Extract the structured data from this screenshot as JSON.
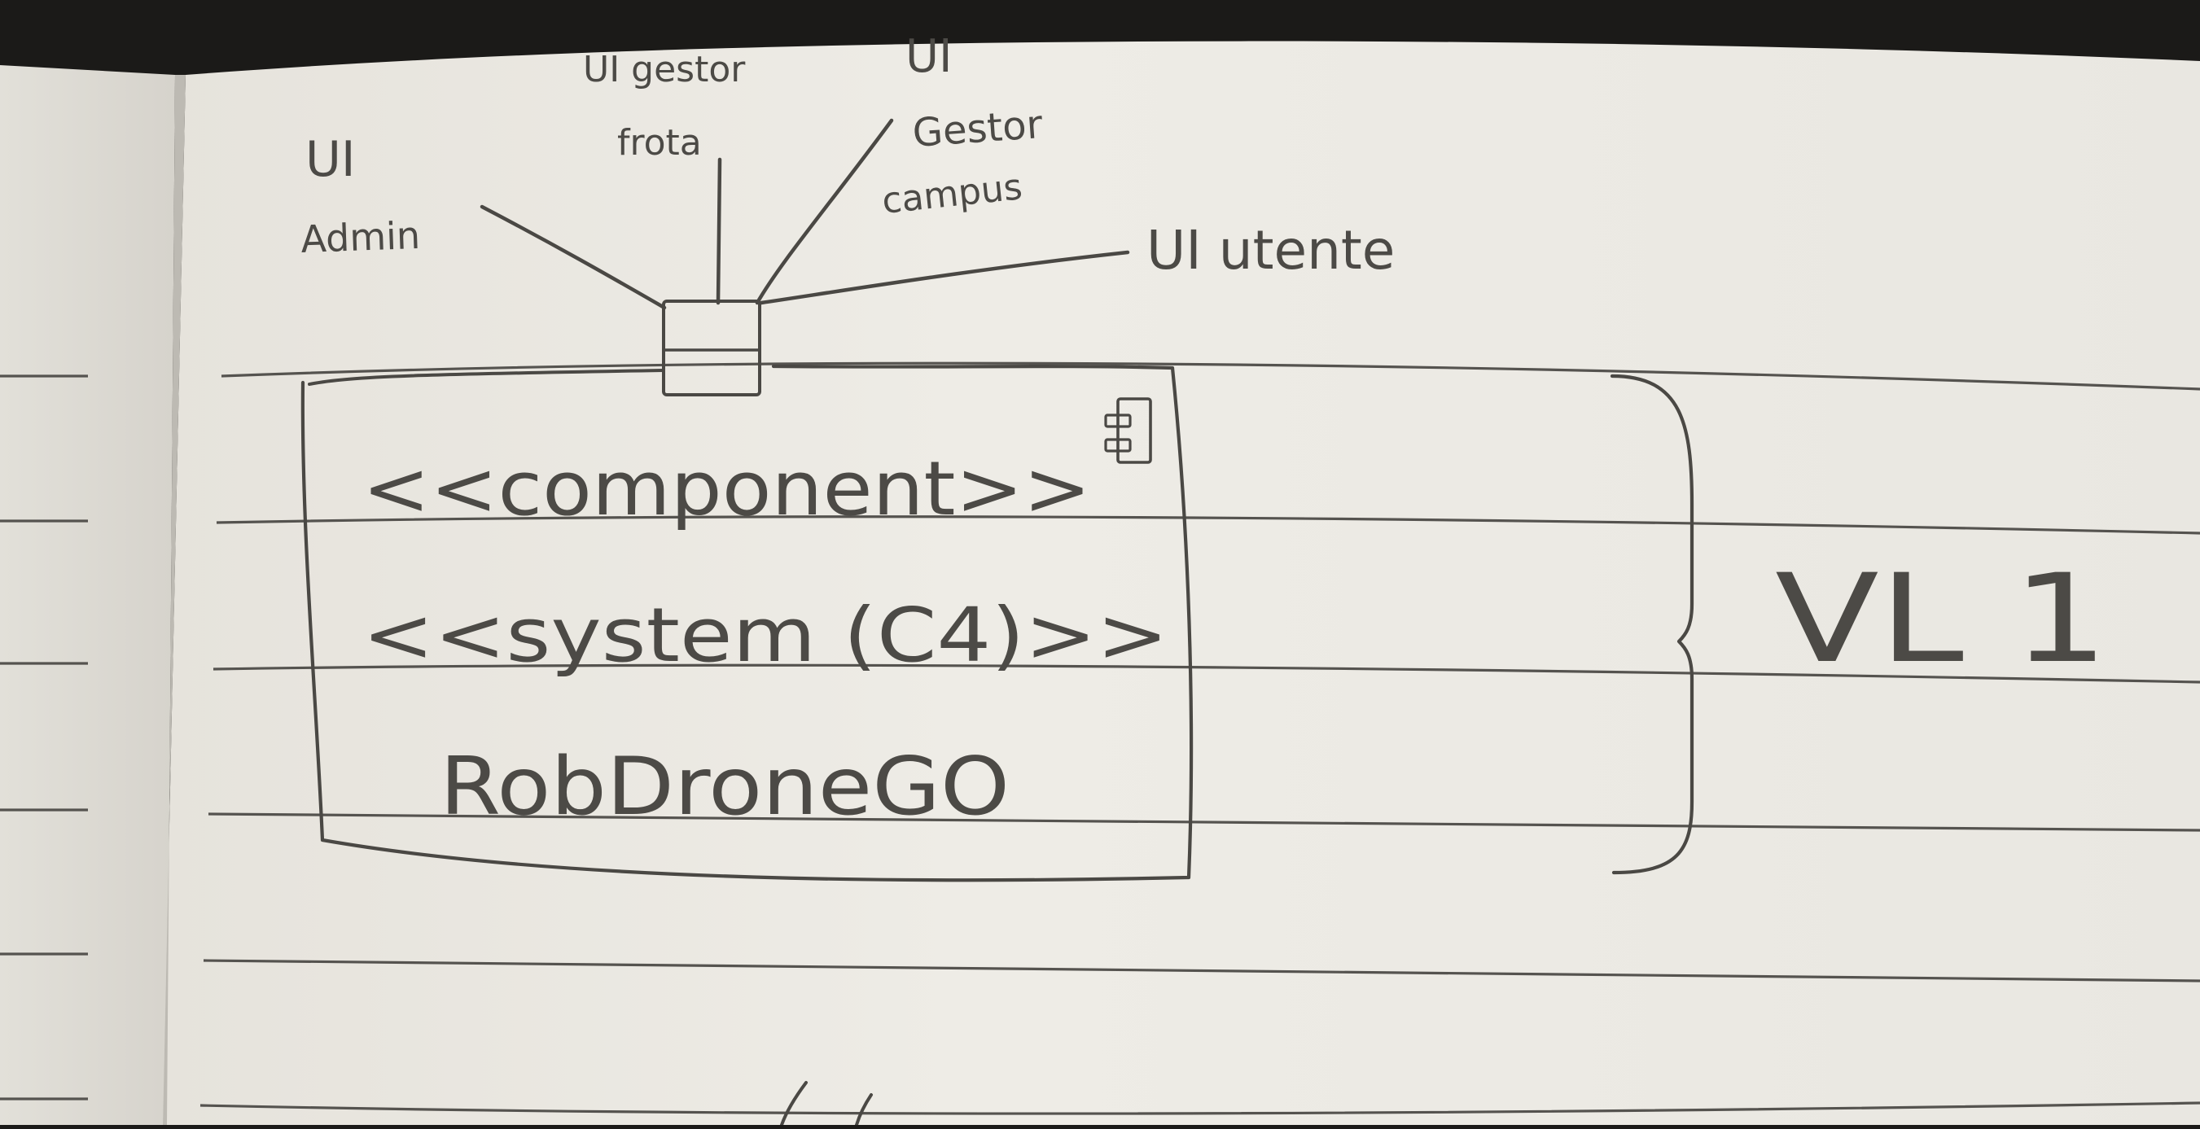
{
  "diagram": {
    "interfaces": [
      {
        "id": "ui-admin",
        "lines": [
          "UI",
          "Admin"
        ]
      },
      {
        "id": "ui-gestor-frota",
        "lines": [
          "UI gestor",
          "frota"
        ]
      },
      {
        "id": "ui-gestor-campus",
        "lines": [
          "UI",
          "Gestor",
          "campus"
        ]
      },
      {
        "id": "ui-utente",
        "lines": [
          "UI utente"
        ]
      }
    ],
    "component_box": {
      "stereotype_component": "<<component>>",
      "stereotype_system": "<<system (C4)>>",
      "name": "RobDroneGO"
    },
    "level_label": "VL 1"
  },
  "colors": {
    "paper": "#eceae4",
    "pencil": "#4a4844",
    "background": "#1b1a18"
  }
}
